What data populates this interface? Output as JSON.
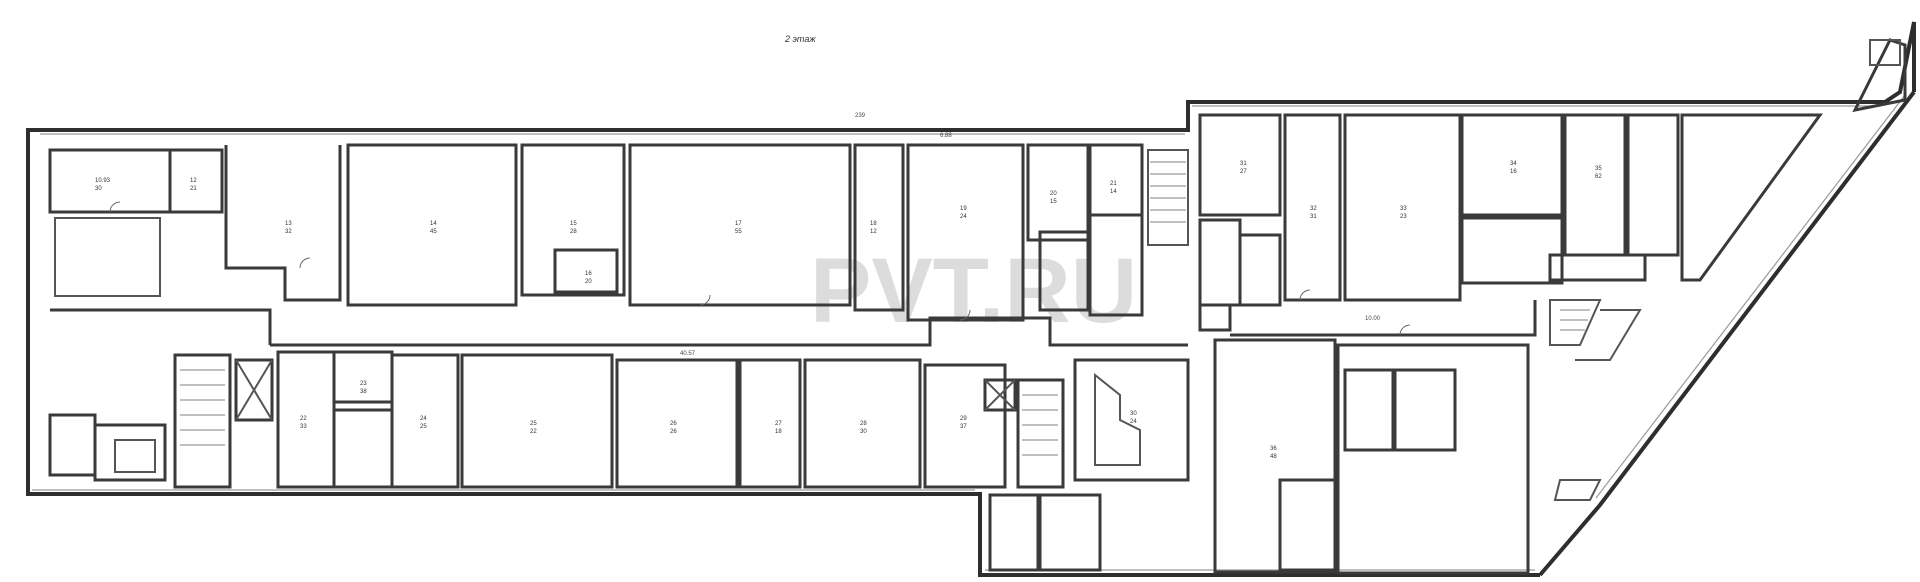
{
  "floor_title": "2 этаж",
  "watermark": "PVT.RU",
  "dimensions": {
    "top_overall": "239",
    "top_mid": "6.88",
    "corridor": "40.57",
    "right_corridor": "10.00"
  },
  "rooms": [
    {
      "id": "r1",
      "num": "10.93",
      "area": "30"
    },
    {
      "id": "r2",
      "num": "12",
      "area": "21"
    },
    {
      "id": "r3",
      "num": "13",
      "area": "32"
    },
    {
      "id": "r4",
      "num": "14",
      "area": "45"
    },
    {
      "id": "r5",
      "num": "15",
      "area": "28"
    },
    {
      "id": "r6",
      "num": "16",
      "area": "20"
    },
    {
      "id": "r7",
      "num": "17",
      "area": "55"
    },
    {
      "id": "r8",
      "num": "18",
      "area": "12"
    },
    {
      "id": "r9",
      "num": "19",
      "area": "24"
    },
    {
      "id": "r10",
      "num": "20",
      "area": "15"
    },
    {
      "id": "r11",
      "num": "21",
      "area": "14"
    },
    {
      "id": "r12",
      "num": "22",
      "area": "33"
    },
    {
      "id": "r13",
      "num": "23",
      "area": "38"
    },
    {
      "id": "r14",
      "num": "24",
      "area": "25"
    },
    {
      "id": "r15",
      "num": "25",
      "area": "22"
    },
    {
      "id": "r16",
      "num": "26",
      "area": "26"
    },
    {
      "id": "r17",
      "num": "27",
      "area": "18"
    },
    {
      "id": "r18",
      "num": "28",
      "area": "30"
    },
    {
      "id": "r19",
      "num": "29",
      "area": "37"
    },
    {
      "id": "r20",
      "num": "30",
      "area": "24"
    },
    {
      "id": "r21",
      "num": "31",
      "area": "27"
    },
    {
      "id": "r22",
      "num": "32",
      "area": "31"
    },
    {
      "id": "r23",
      "num": "33",
      "area": "23"
    },
    {
      "id": "r24",
      "num": "34",
      "area": "16"
    },
    {
      "id": "r25",
      "num": "35",
      "area": "62"
    },
    {
      "id": "r26",
      "num": "36",
      "area": "48"
    }
  ]
}
